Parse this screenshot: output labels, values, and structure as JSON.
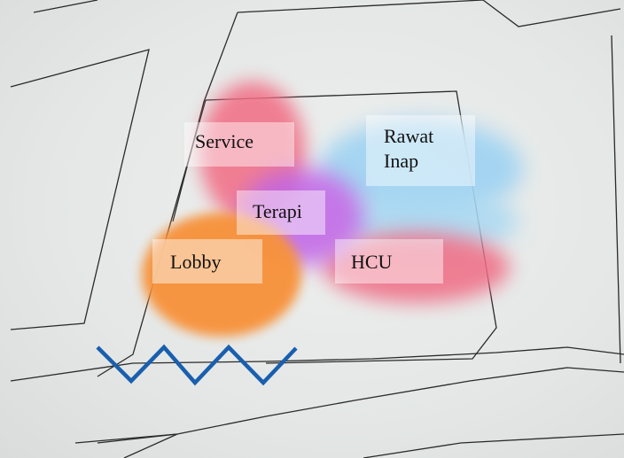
{
  "floor_plan": {
    "rooms": [
      {
        "key": "service",
        "label": "Service",
        "color": "#f16f86"
      },
      {
        "key": "rawat_inap",
        "label_line1": "Rawat",
        "label_line2": "Inap",
        "color": "#9fd3f2"
      },
      {
        "key": "terapi",
        "label": "Terapi",
        "color": "#c063e6"
      },
      {
        "key": "lobby",
        "label": "Lobby",
        "color": "#f7923b"
      },
      {
        "key": "hcu",
        "label": "HCU",
        "color": "#ef6f87"
      }
    ],
    "line_color": "#2a2a2a",
    "zigzag_color": "#1a5fae"
  }
}
